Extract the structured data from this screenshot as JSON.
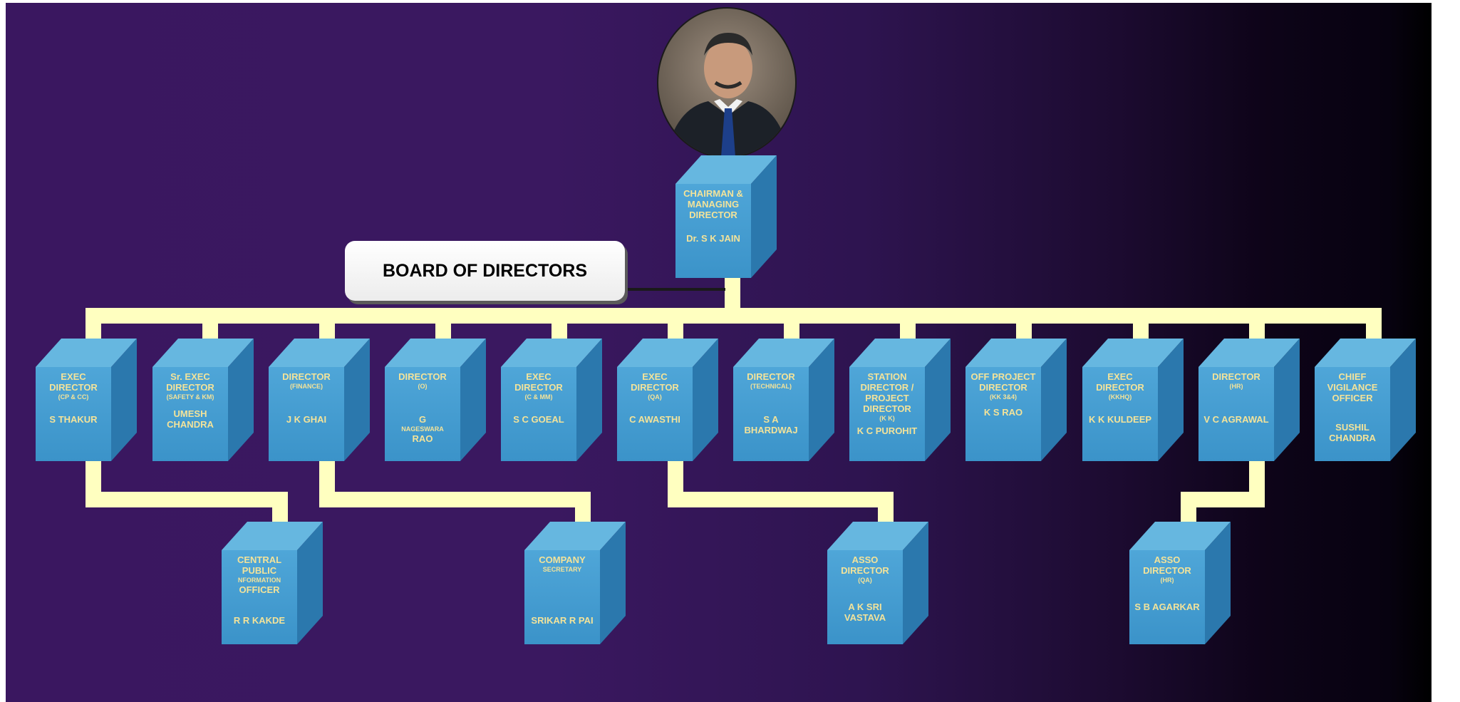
{
  "board_label": "BOARD OF DIRECTORS",
  "photo_icon": "person-portrait-icon",
  "colors": {
    "background": "#3a1860",
    "box_front": "#3b93c9",
    "box_top": "#66b7e0",
    "box_side": "#2b78ad",
    "box_text": "#f3e39a",
    "connector": "#ffffc0"
  },
  "chairman": {
    "title": "CHAIRMAN & MANAGING DIRECTOR",
    "name": "Dr. S K JAIN"
  },
  "directors": [
    {
      "title": "EXEC DIRECTOR",
      "sub": "(CP & CC)",
      "name": "S THAKUR"
    },
    {
      "title": "Sr. EXEC DIRECTOR",
      "sub": "(SAFETY & KM)",
      "name": "UMESH CHANDRA"
    },
    {
      "title": "DIRECTOR",
      "sub": "(FINANCE)",
      "name": "J K GHAI"
    },
    {
      "title": "DIRECTOR",
      "sub": "(O)",
      "name": "G",
      "name_sub": "NAGESWARA",
      "name2": "RAO"
    },
    {
      "title": "EXEC DIRECTOR",
      "sub": "(C & MM)",
      "name": "S C GOEAL"
    },
    {
      "title": "EXEC DIRECTOR",
      "sub": "(QA)",
      "name": "C AWASTHI"
    },
    {
      "title": "DIRECTOR",
      "sub": "(TECHNICAL)",
      "name": "S A BHARDWAJ"
    },
    {
      "title": "STATION DIRECTOR / PROJECT DIRECTOR",
      "sub": "(K K)",
      "name": "K C PUROHIT"
    },
    {
      "title": "OFF PROJECT DIRECTOR",
      "sub": "(KK 3&4)",
      "name": "K S RAO"
    },
    {
      "title": "EXEC DIRECTOR",
      "sub": "(KKHQ)",
      "name": "K K KULDEEP"
    },
    {
      "title": "DIRECTOR",
      "sub": "(HR)",
      "name": "V C AGRAWAL"
    },
    {
      "title": "CHIEF VIGILANCE OFFICER",
      "sub": "",
      "name": "SUSHIL CHANDRA"
    }
  ],
  "subordinates": [
    {
      "title": "CENTRAL PUBLIC",
      "sub": "NFORMATION",
      "title2": "OFFICER",
      "name": "R R KAKDE"
    },
    {
      "title": "COMPANY",
      "sub": "SECRETARY",
      "name": "SRIKAR R PAI"
    },
    {
      "title": "ASSO DIRECTOR",
      "sub": "(QA)",
      "name": "A K SRI VASTAVA"
    },
    {
      "title": "ASSO DIRECTOR",
      "sub": "(HR)",
      "name": "S B AGARKAR"
    }
  ]
}
